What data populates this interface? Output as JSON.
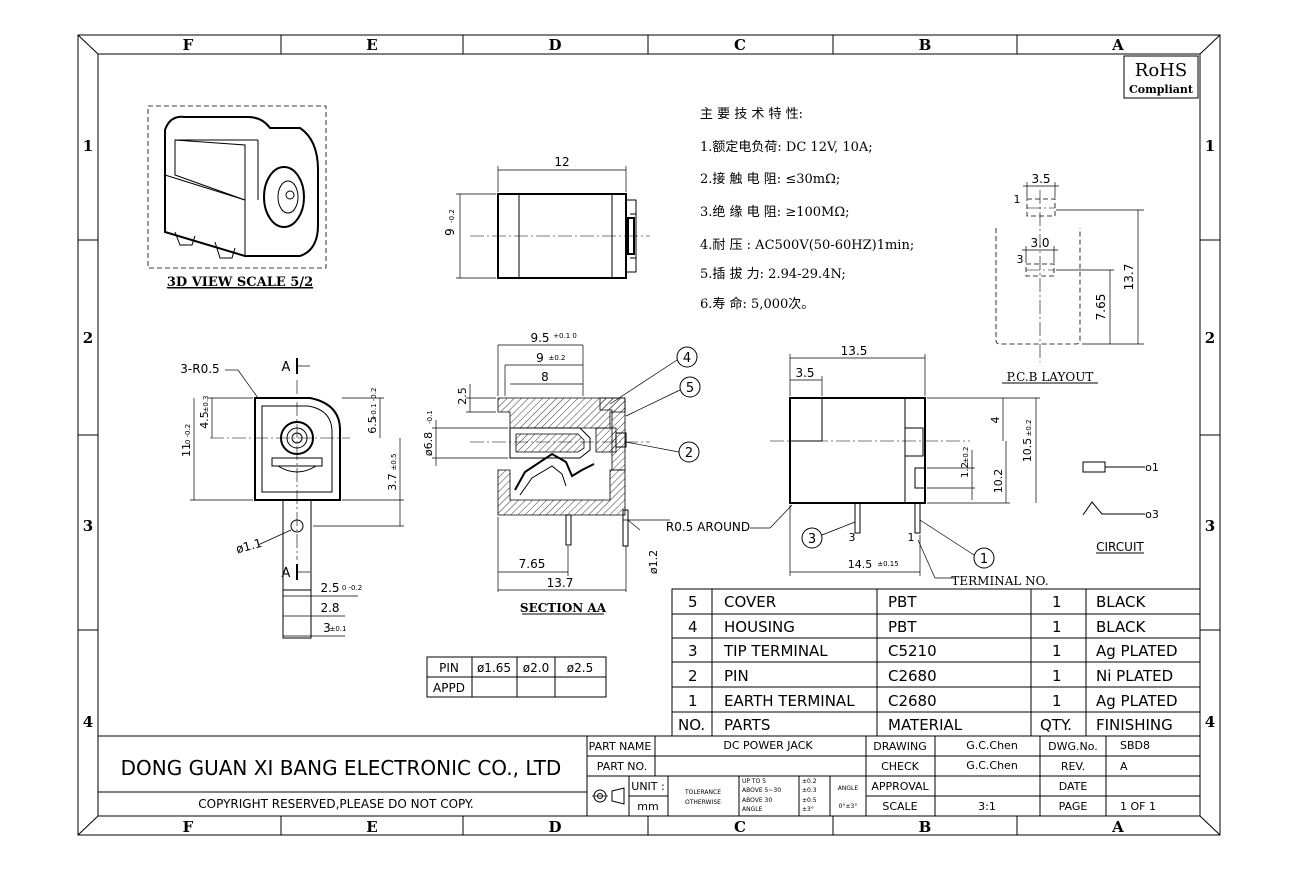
{
  "border": {
    "columns": [
      "F",
      "E",
      "D",
      "C",
      "B",
      "A"
    ],
    "rows": [
      "1",
      "2",
      "3",
      "4"
    ]
  },
  "rohs": {
    "line1": "RoHS",
    "line2": "Compliant"
  },
  "specs": {
    "heading": "主 要 技 术 特 性:",
    "items": [
      "1.额定电负荷: DC 12V, 10A;",
      "2.接 触 电 阻: ≤30mΩ;",
      "3.绝 缘 电 阻: ≥100MΩ;",
      "4.耐     压 : AC500V(50-60HZ)1min;",
      "5.插  拔  力: 2.94-29.4N;",
      "6.寿     命: 5,000次。"
    ]
  },
  "views": {
    "view3d_caption": "3D VIEW SCALE 5/2",
    "section_caption": "SECTION AA",
    "pcb_caption": "P.C.B LAYOUT",
    "circuit_caption": "CIRCUIT",
    "terminal_note": "TERMINAL NO.",
    "round_note": "R0.5  AROUND"
  },
  "dims": {
    "top_12": "12",
    "top_9": "9",
    "top_9_tol": "-0.2",
    "front_r": "3-R0.5",
    "front_a": "A",
    "front_45": "4.5",
    "front_45_tol": "±0.3",
    "front_65": "6.5",
    "front_65_tol": "+0.1 -0.2",
    "front_11": "11",
    "front_11_tol": "0 -0.2",
    "front_37": "3.7",
    "front_37_tol": "±0.5",
    "front_phi11": "ø1.1",
    "front_a2": "A",
    "front_25": "2.5",
    "front_25_tol": "0 -0.2",
    "front_28": "2.8",
    "front_3": "3",
    "front_3_tol": "±0.1",
    "sec_95": "9.5",
    "sec_95_tol": "+0.1 0",
    "sec_9": "9",
    "sec_9_tol": "±0.2",
    "sec_8": "8",
    "sec_25": "2.5",
    "sec_phi68": "ø6.8",
    "sec_phi68_tol": "-0.1",
    "sec_765": "7.65",
    "sec_137": "13.7",
    "sec_phi12": "ø1.2",
    "balloon_4": "4",
    "balloon_5": "5",
    "balloon_2": "2",
    "side_135": "13.5",
    "side_35": "3.5",
    "side_4": "4",
    "side_105": "10.5",
    "side_105_tol": "±0.2",
    "side_12": "1.2",
    "side_12_tol": "±0.2",
    "side_102": "10.2",
    "side_145": "14.5",
    "side_145_tol": "±0.15",
    "side_3": "3",
    "side_1": "1",
    "balloon_3": "3",
    "balloon_1": "1",
    "pcb_35": "3.5",
    "pcb_30": "3.0",
    "pcb_1": "1",
    "pcb_3": "3",
    "pcb_765": "7.65",
    "pcb_137": "13.7",
    "circ_1": "o1",
    "circ_3": "o3"
  },
  "pin_table": {
    "header": [
      "PIN",
      "ø1.65",
      "ø2.0",
      "ø2.5"
    ],
    "row": [
      "APPD",
      "",
      "",
      ""
    ]
  },
  "bom": {
    "rows": [
      [
        "5",
        "COVER",
        "PBT",
        "1",
        "BLACK"
      ],
      [
        "4",
        "HOUSING",
        "PBT",
        "1",
        "BLACK"
      ],
      [
        "3",
        "TIP  TERMINAL",
        "C5210",
        "1",
        "Ag  PLATED"
      ],
      [
        "2",
        "PIN",
        "C2680",
        "1",
        "Ni  PLATED"
      ],
      [
        "1",
        "EARTH  TERMINAL",
        "C2680",
        "1",
        "Ag  PLATED"
      ]
    ],
    "header": [
      "NO.",
      "PARTS",
      "MATERIAL",
      "QTY.",
      "FINISHING"
    ]
  },
  "title_block": {
    "company": "DONG GUAN XI BANG ELECTRONIC CO., LTD",
    "copyright": "COPYRIGHT RESERVED,PLEASE DO NOT COPY.",
    "part_name_label": "PART NAME",
    "part_name": "DC POWER JACK",
    "part_no_label": "PART NO.",
    "part_no": "",
    "unit_label": "UNIT :",
    "unit": "mm",
    "tolerance_label": "TOLERANCE",
    "otherwise_label": "OTHERWISE",
    "tol_up": "UP TO 5",
    "tol_up_v": "±0.2",
    "tol_mid": "ABOVE 5~30",
    "tol_mid_v": "±0.3",
    "tol_above": "ABOVE 30",
    "tol_above_v": "±0.5",
    "tol_angle": "ANGLE",
    "tol_angle_v": "±3°",
    "angle_label": "ANGLE",
    "angle_v": "0°±3°",
    "drawing_label": "DRAWING",
    "drawing": "G.C.Chen",
    "check_label": "CHECK",
    "check": "G.C.Chen",
    "approval_label": "APPROVAL",
    "approval": "",
    "scale_label": "SCALE",
    "scale": "3:1",
    "dwg_label": "DWG.No.",
    "dwg": "SBD8",
    "rev_label": "REV.",
    "rev": "A",
    "date_label": "DATE",
    "date": "",
    "page_label": "PAGE",
    "page": "1  OF  1"
  }
}
